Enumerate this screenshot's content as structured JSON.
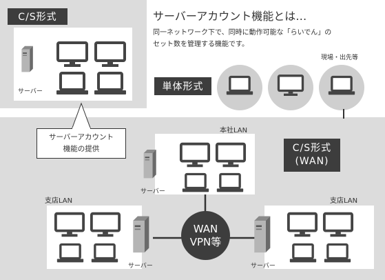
{
  "title": "サーバーアカウント機能とは…",
  "description_line1": "同一ネットワーク下で、同時に動作可能な「らいでん」の",
  "description_line2": "セット数を管理する機能です。",
  "cs_top_tag": "C/S形式",
  "standalone_tag": "単体形式",
  "site_label": "現場・出先等",
  "callout_line1": "サーバーアカウント",
  "callout_line2": "機能の提供",
  "server_label": "サーバー",
  "head_office_label": "本社LAN",
  "branch_left_label": "支店LAN",
  "branch_right_label": "支店LAN",
  "cs_wan_line1": "C/S形式",
  "cs_wan_line2": "(WAN)",
  "wan_line1": "WAN",
  "wan_line2": "VPN等",
  "colors": {
    "dark": "#3d3d3d",
    "panel": "#dcdcdc",
    "circle": "#cfcfcf"
  }
}
